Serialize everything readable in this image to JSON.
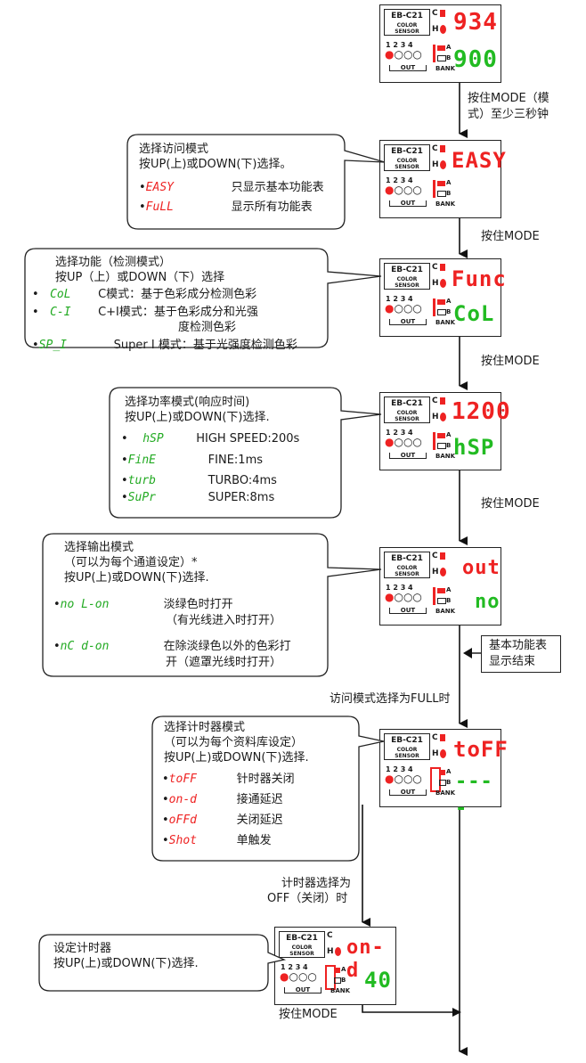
{
  "sensor": {
    "model": "EB-C21",
    "sublabel": "COLOR SENSOR",
    "c_label": "C",
    "h_label": "H",
    "ch_nums": "1 2 3 4",
    "out_label": "OUT",
    "a_label": "A",
    "b_label": "B",
    "bank_label": "BANK"
  },
  "displays": [
    {
      "top": "934",
      "bottom": "900"
    },
    {
      "top": "EASY",
      "bottom": ""
    },
    {
      "top": "Func",
      "bottom": "CoL"
    },
    {
      "top": "1200",
      "bottom": "hSP"
    },
    {
      "top": "out",
      "bottom": "no"
    },
    {
      "top": "toFF",
      "bottom": "----"
    },
    {
      "top": "on-d",
      "bottom": "40"
    }
  ],
  "arrow_labels": {
    "a1": [
      "按住MODE（模",
      "式）至少三秒钟"
    ],
    "a2": "按住MODE",
    "a3": "按住MODE",
    "a4": "按住MODE",
    "a5": "访问模式选择为FULL时",
    "a6": [
      "计时器选择为",
      "OFF（关闭）时"
    ],
    "a7": "按住MODE"
  },
  "end_note": [
    "基本功能表",
    "显示结束"
  ],
  "bubbles": {
    "access": {
      "lines": [
        "选择访问模式",
        "按UP(上)或DOWN(下)选择。"
      ],
      "options": [
        {
          "code": "EASY",
          "text": "只显示基本功能表"
        },
        {
          "code": "FuLL",
          "text": "显示所有功能表"
        }
      ]
    },
    "function": {
      "lines": [
        "选择功能（检测模式）",
        "按UP（上）或DOWN（下）选择"
      ],
      "options": [
        {
          "code": "CoL",
          "text": "C模式：基于色彩成分检测色彩"
        },
        {
          "code": "C-I",
          "text": "C+I模式：基于色彩成分和光强",
          "text2": "度检测色彩"
        },
        {
          "code": "SP_I",
          "text": "Super I 模式：基于光强度检测色彩"
        }
      ]
    },
    "power": {
      "lines": [
        "选择功率模式(响应时间)",
        "按UP(上)或DOWN(下)选择."
      ],
      "options": [
        {
          "code": "hSP",
          "text": "HIGH SPEED:200s"
        },
        {
          "code": "FinE",
          "text": "FINE:1ms"
        },
        {
          "code": "turb",
          "text": "TURBO:4ms"
        },
        {
          "code": "SuPr",
          "text": "SUPER:8ms"
        }
      ]
    },
    "output": {
      "lines": [
        "选择输出模式",
        "（可以为每个通道设定）*",
        "按UP(上)或DOWN(下)选择."
      ],
      "options": [
        {
          "code": "no L-on",
          "text": "淡绿色时打开",
          "text2": "（有光线进入时打开）"
        },
        {
          "code": "nC d-on",
          "text": "在除淡绿色以外的色彩打",
          "text2": "开（遮罩光线时打开）"
        }
      ]
    },
    "timer": {
      "lines": [
        "选择计时器模式",
        "（可以为每个资料库设定）",
        "按UP(上)或DOWN(下)选择."
      ],
      "options": [
        {
          "code": "toFF",
          "text": "针时器关闭"
        },
        {
          "code": "on-d",
          "text": "接通延迟"
        },
        {
          "code": "oFFd",
          "text": "关闭延迟"
        },
        {
          "code": "Shot",
          "text": "单触发"
        }
      ]
    },
    "settimer": {
      "lines": [
        "设定计时器",
        "按UP(上)或DOWN(下)选择."
      ]
    }
  }
}
